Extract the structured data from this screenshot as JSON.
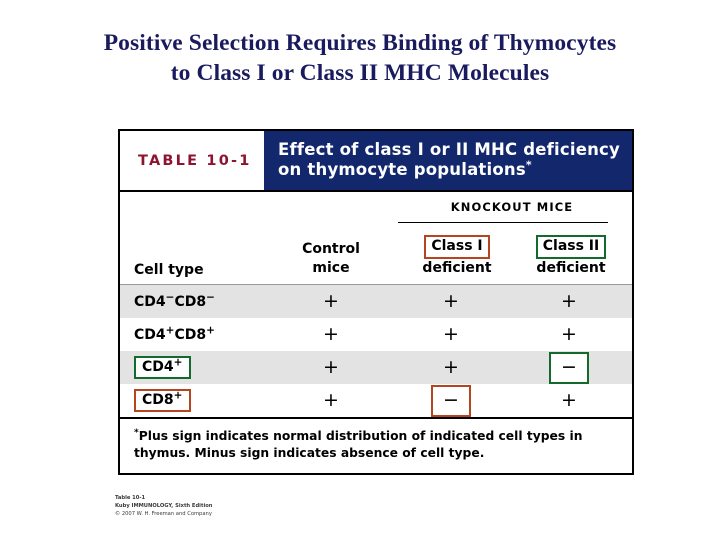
{
  "slide": {
    "title_line1": "Positive Selection Requires Binding of Thymocytes",
    "title_line2": "to Class I or Class II MHC Molecules",
    "title_color": "#1a1a5e"
  },
  "table": {
    "number": "TABLE 10-1",
    "number_color": "#8c1430",
    "header_bg": "#13276d",
    "title_line1": "Effect of class I or II MHC deficiency",
    "title_line2": "on thymocyte populations",
    "title_footnote_marker": "*",
    "group_header": "KNOCKOUT MICE",
    "columns": {
      "cell_type": "Cell type",
      "control_line1": "Control",
      "control_line2": "mice",
      "class1_line1": "Class I",
      "class1_line2": "deficient",
      "class2_line1": "Class II",
      "class2_line2": "deficient"
    },
    "highlight_colors": {
      "class1_box": "#b4451f",
      "class2_box": "#136b2b"
    },
    "rows": [
      {
        "label_main": "CD4",
        "label_sup1": "−",
        "label_mid": "CD8",
        "label_sup2": "−",
        "control": "+",
        "class1": "+",
        "class2": "+"
      },
      {
        "label_main": "CD4",
        "label_sup1": "+",
        "label_mid": "CD8",
        "label_sup2": "+",
        "control": "+",
        "class1": "+",
        "class2": "+"
      },
      {
        "label_main": "CD4",
        "label_sup1": "+",
        "label_mid": "",
        "label_sup2": "",
        "control": "+",
        "class1": "+",
        "class2": "−"
      },
      {
        "label_main": "CD8",
        "label_sup1": "+",
        "label_mid": "",
        "label_sup2": "",
        "control": "+",
        "class1": "−",
        "class2": "+"
      }
    ],
    "footnote_marker": "*",
    "footnote_text": "Plus sign indicates normal distribution of indicated cell types in thymus. Minus sign indicates absence of cell type."
  },
  "credit": {
    "line1": "Table 10-1",
    "line2": "Kuby IMMUNOLOGY, Sixth Edition",
    "line3": "© 2007 W. H. Freeman and Company"
  }
}
